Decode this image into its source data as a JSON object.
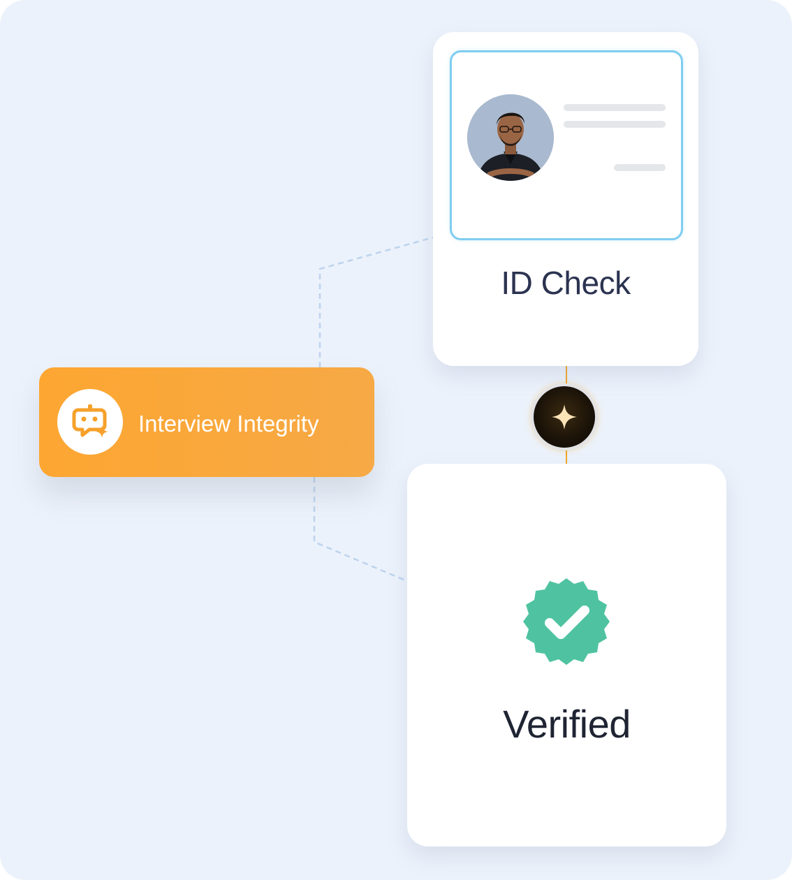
{
  "id_check": {
    "title": "ID Check",
    "photo_icon": "person-avatar-icon"
  },
  "connector": {
    "icon": "sparkle-icon",
    "accent_color": "#f0a52a"
  },
  "verified": {
    "title": "Verified",
    "icon": "verified-badge-icon",
    "badge_color": "#4fc3a1"
  },
  "interview_integrity": {
    "label": "Interview Integrity",
    "icon": "ai-assistant-icon",
    "color": "#fda632"
  }
}
